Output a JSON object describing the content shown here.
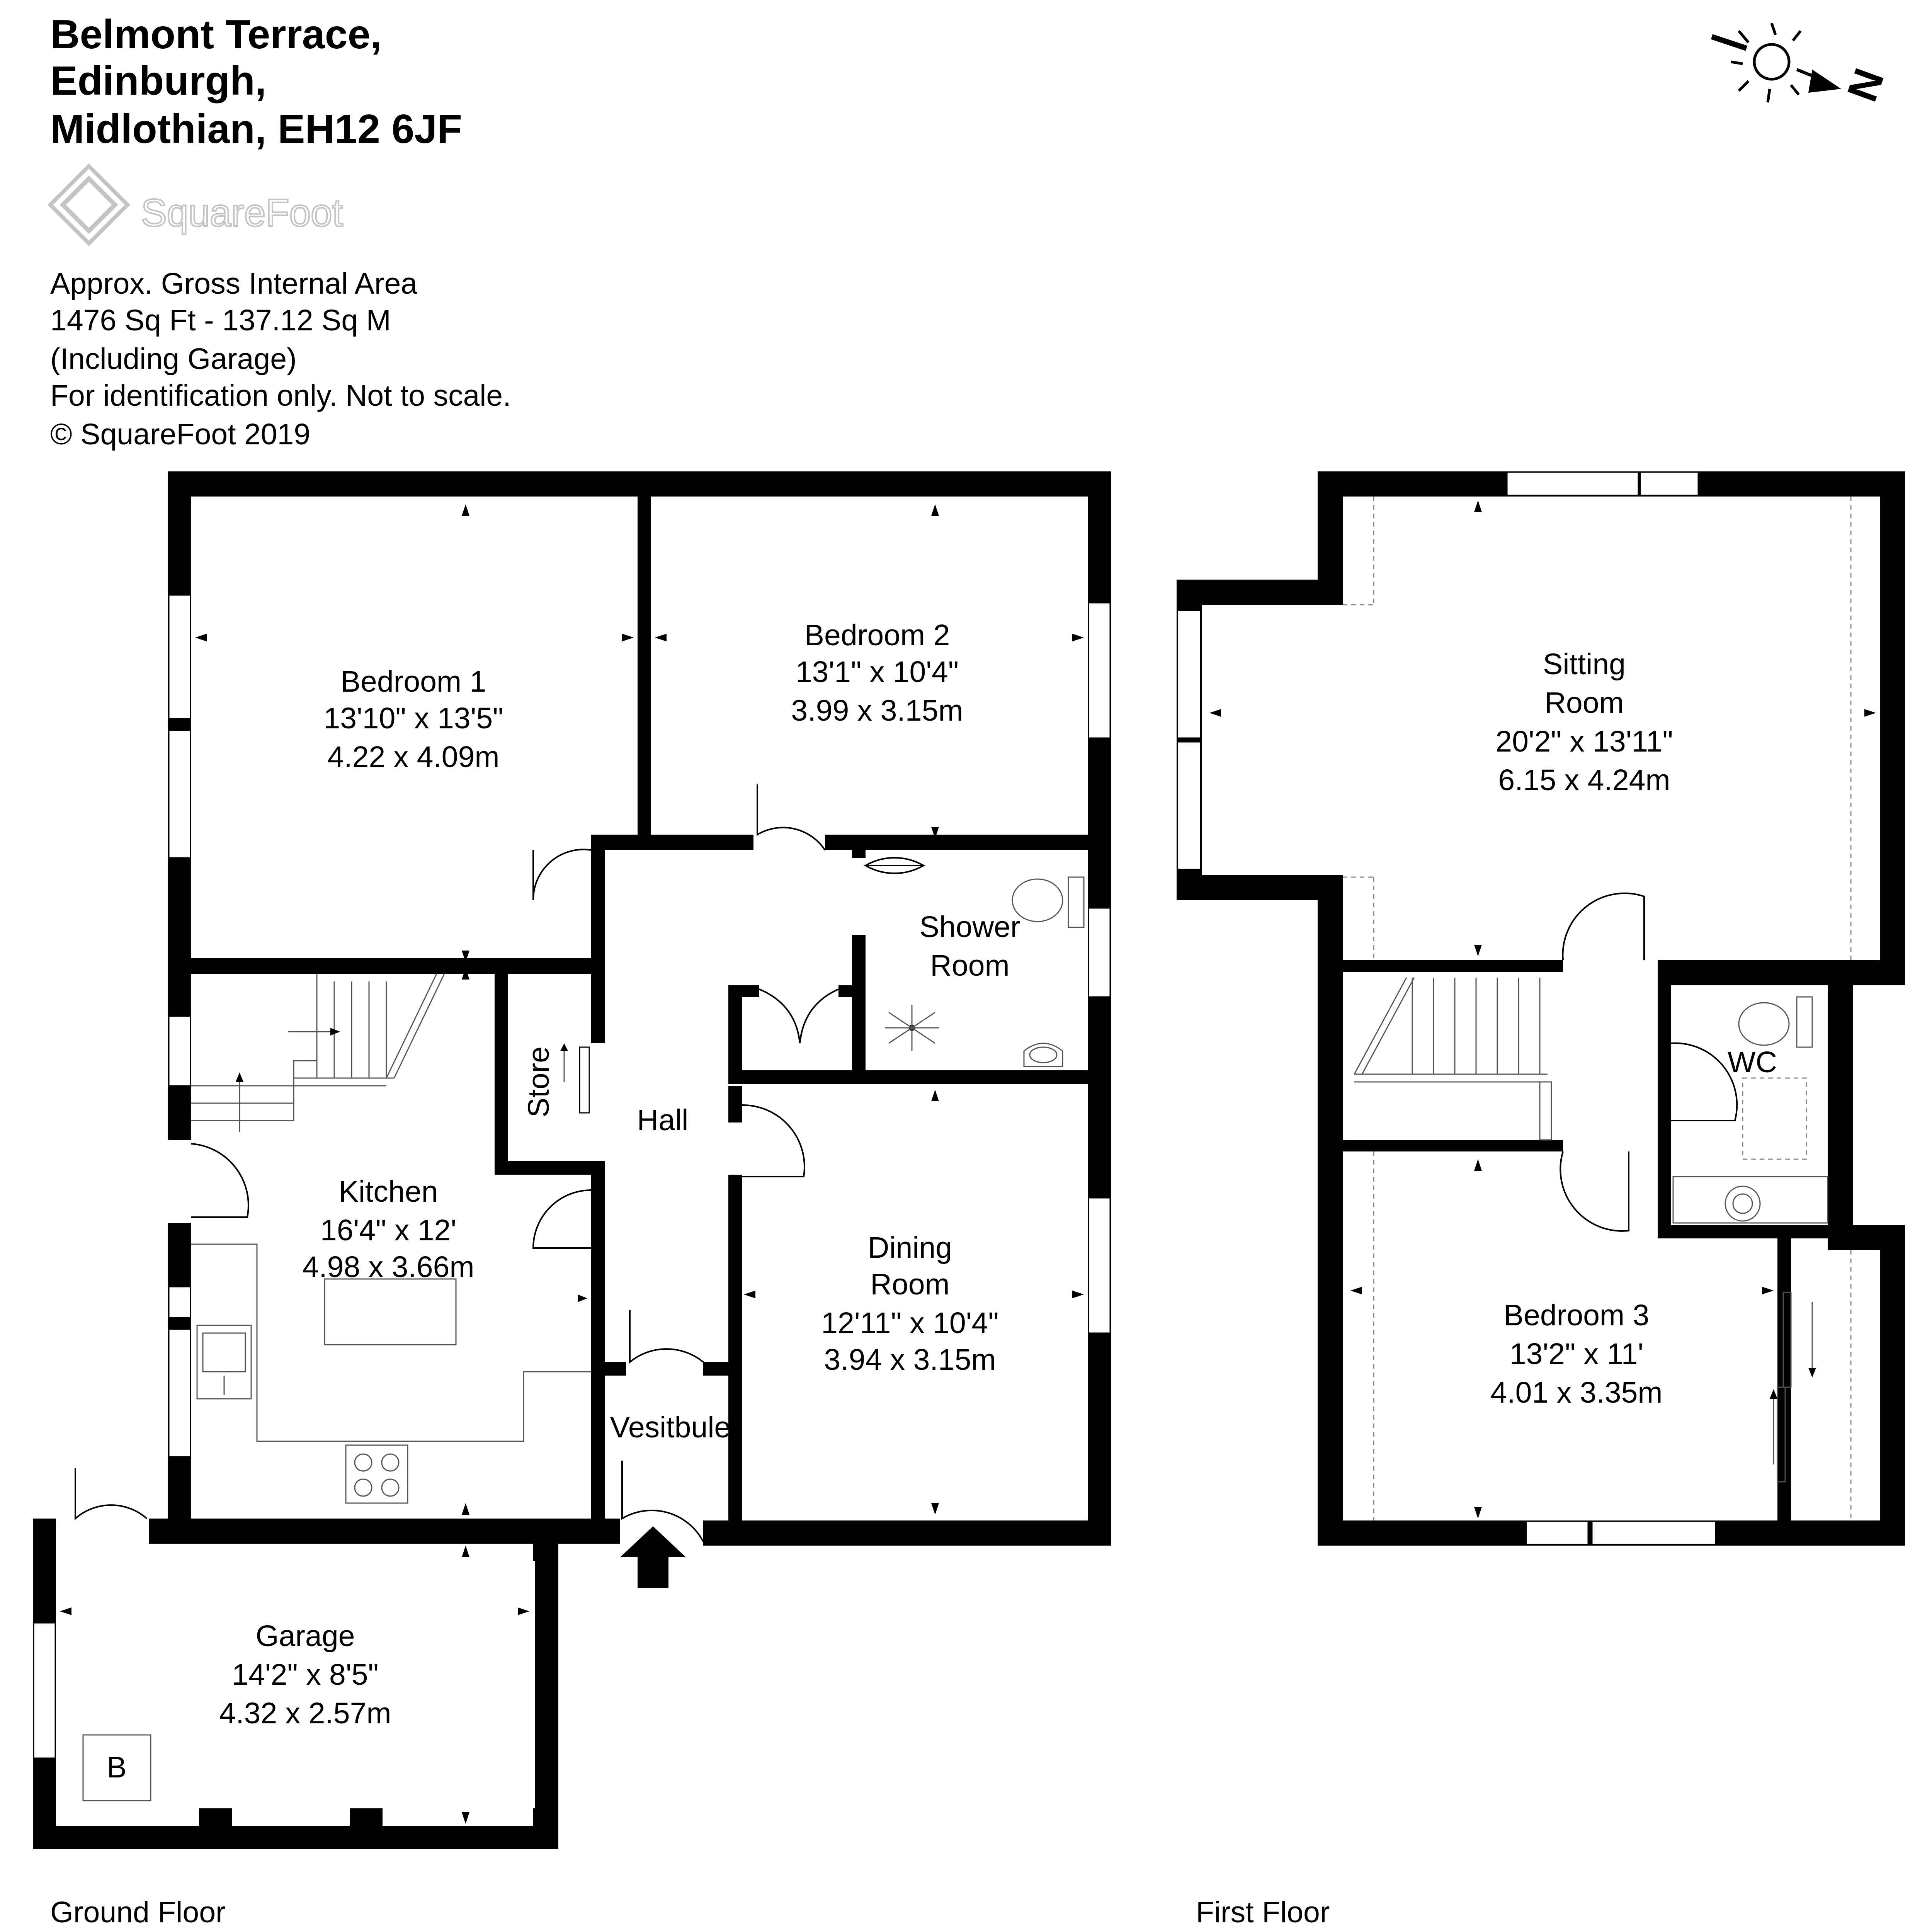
{
  "address": {
    "line1": "Belmont Terrace,",
    "line2": "Edinburgh,",
    "line3": "Midlothian, EH12 6JF"
  },
  "brand": {
    "name": "SquareFoot",
    "icon": "squarefoot-logo-icon"
  },
  "area_info": {
    "line1": "Approx. Gross Internal Area",
    "line2": "1476 Sq Ft  -  137.12 Sq M",
    "line3": "(Including Garage)",
    "line4": "For identification only. Not to scale.",
    "line5": "© SquareFoot 2019"
  },
  "compass": {
    "label": "N",
    "icon": "sun-north-compass-icon"
  },
  "floors": {
    "ground": "Ground Floor",
    "first": "First Floor"
  },
  "rooms": {
    "bedroom1": {
      "name": "Bedroom 1",
      "imperial": "13'10\" x 13'5\"",
      "metric": "4.22 x 4.09m"
    },
    "bedroom2": {
      "name": "Bedroom 2",
      "imperial": "13'1\" x 10'4\"",
      "metric": "3.99 x 3.15m"
    },
    "shower": {
      "line1": "Shower",
      "line2": "Room"
    },
    "store": {
      "name": "Store"
    },
    "hall": {
      "name": "Hall"
    },
    "kitchen": {
      "name": "Kitchen",
      "imperial": "16'4\" x 12'",
      "metric": "4.98 x 3.66m"
    },
    "dining": {
      "line1": "Dining",
      "line2": "Room",
      "imperial": "12'11\" x 10'4\"",
      "metric": "3.94 x 3.15m"
    },
    "vestibule": {
      "name": "Vesitbule"
    },
    "garage": {
      "name": "Garage",
      "imperial": "14'2\" x 8'5\"",
      "metric": "4.32 x 2.57m",
      "boiler": "B"
    },
    "sitting": {
      "line1": "Sitting",
      "line2": "Room",
      "imperial": "20'2\" x 13'11\"",
      "metric": "6.15 x 4.24m"
    },
    "wc": {
      "name": "WC"
    },
    "bedroom3": {
      "name": "Bedroom 3",
      "imperial": "13'2\" x 11'",
      "metric": "4.01 x 3.35m"
    }
  }
}
